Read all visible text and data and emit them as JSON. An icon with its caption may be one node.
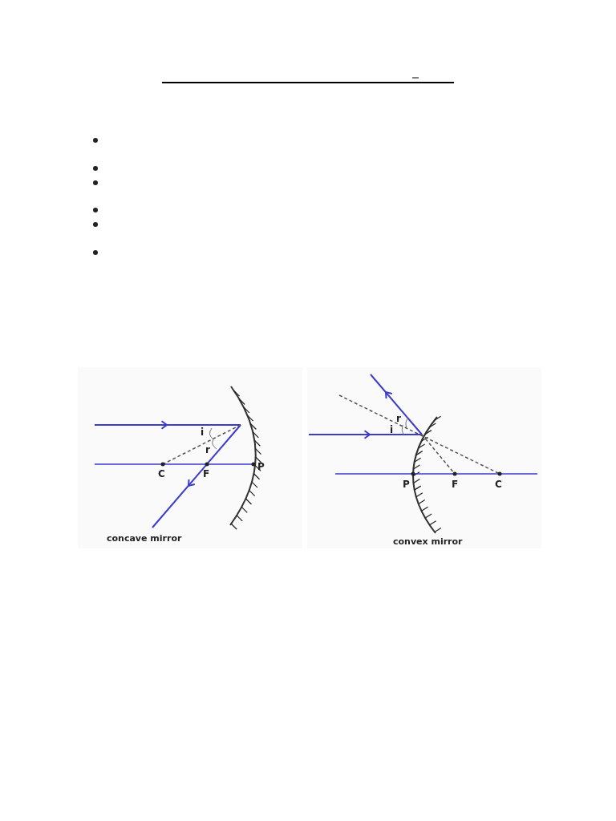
{
  "diagram": {
    "labels": [
      "i",
      "r",
      "C",
      "F",
      "P",
      "concave mirror",
      "r",
      "i",
      "P",
      "F",
      "C",
      "convex mirror"
    ]
  }
}
